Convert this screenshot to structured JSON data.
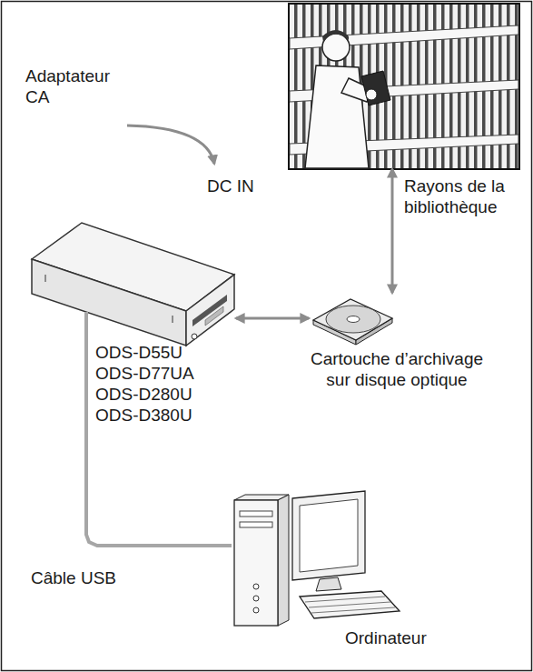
{
  "diagram": {
    "nodes": [
      {
        "text": [
          "Rayons de la bibliothèque"
        ]
      },
      {
        "text": [
          "ODS-D55U ODS-D77UA ODS-D280U ODS-D380U"
        ]
      },
      {
        "text": [
          "Cartouche d’archivage sur disque optique"
        ]
      },
      {
        "text": [
          "Ordinateur"
        ]
      }
    ],
    "edges": [
      {
        "from": 1,
        "to": 2,
        "arrow": "both"
      },
      {
        "from": 2,
        "to": 0,
        "arrow": "both"
      },
      {
        "from": 1,
        "to": 3,
        "arrow": "none",
        "label": "Câble USB"
      }
    ],
    "labels": [
      "Adaptateur CA",
      "DC IN"
    ]
  }
}
